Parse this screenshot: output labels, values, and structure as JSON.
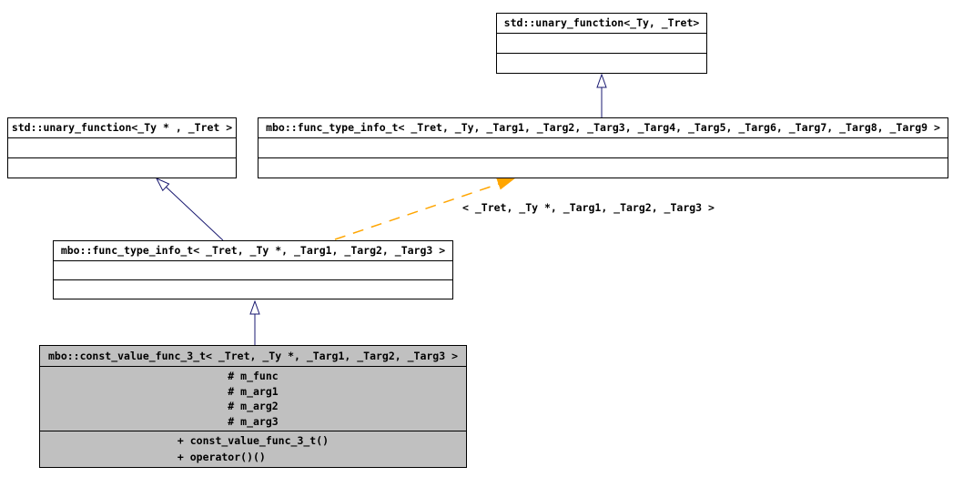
{
  "diagram": {
    "type": "uml-class-inheritance-graph",
    "classes": [
      {
        "name": "std::unary_function<_Ty, _Tret>"
      },
      {
        "name": "std::unary_function<_Ty * , _Tret >"
      },
      {
        "name": "mbo::func_type_info_t< _Tret, _Ty, _Targ1, _Targ2, _Targ3, _Targ4, _Targ5, _Targ6, _Targ7, _Targ8, _Targ9 >"
      },
      {
        "name": "mbo::func_type_info_t< _Tret, _Ty *, _Targ1, _Targ2, _Targ3 >"
      },
      {
        "name": "mbo::const_value_func_3_t< _Tret, _Ty *, _Targ1, _Targ2, _Targ3 >",
        "highlighted": true,
        "attributes": [
          "# m_func",
          "# m_arg1",
          "# m_arg2",
          "# m_arg3"
        ],
        "methods": [
          "+ const_value_func_3_t()",
          "+ operator()()"
        ]
      }
    ],
    "relations": [
      {
        "type": "inheritance",
        "from": "mbo::func_type_info_t< _Tret, _Ty, _Targ1 ... _Targ9 >",
        "to": "std::unary_function<_Ty, _Tret>"
      },
      {
        "type": "inheritance",
        "from": "mbo::func_type_info_t< _Tret, _Ty *, _Targ1, _Targ2, _Targ3 >",
        "to": "std::unary_function<_Ty * , _Tret >"
      },
      {
        "type": "inheritance",
        "from": "mbo::const_value_func_3_t< _Tret, _Ty *, _Targ1, _Targ2, _Targ3 >",
        "to": "mbo::func_type_info_t< _Tret, _Ty *, _Targ1, _Targ2, _Targ3 >"
      },
      {
        "type": "template-instantiation",
        "from": "mbo::func_type_info_t< _Tret, _Ty *, _Targ1, _Targ2, _Targ3 >",
        "to": "mbo::func_type_info_t< _Tret, _Ty, _Targ1 ... _Targ9 >",
        "label": "< _Tret, _Ty *, _Targ1, _Targ2, _Targ3 >"
      }
    ],
    "template_edge_label": "< _Tret, _Ty *, _Targ1, _Targ2, _Targ3 >",
    "colors": {
      "edge_line": "#191970",
      "template_edge": "#ffa500",
      "highlighted_fill": "#c0c0c0",
      "box_fill": "#ffffff",
      "box_border": "#000000",
      "text": "#000000"
    }
  }
}
